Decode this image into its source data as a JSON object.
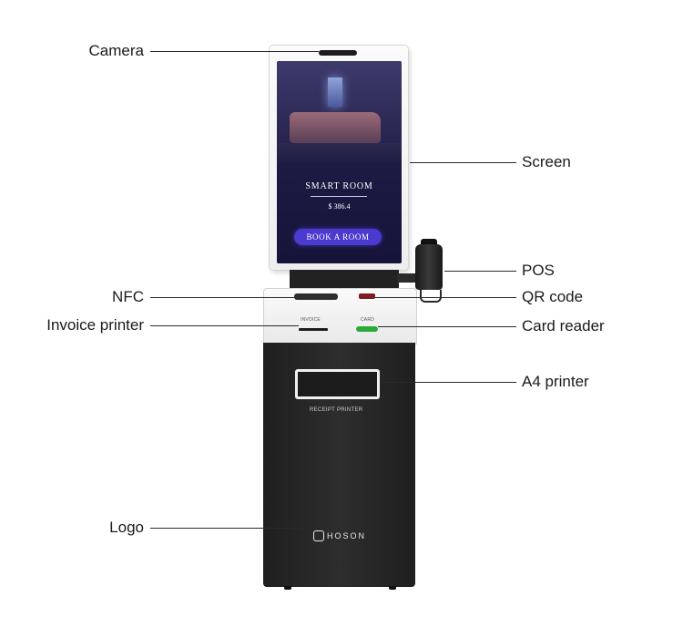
{
  "labels": {
    "camera": "Camera",
    "screen": "Screen",
    "pos": "POS",
    "nfc": "NFC",
    "qr_code": "QR code",
    "invoice_printer": "Invoice printer",
    "card_reader": "Card reader",
    "a4_printer": "A4 printer",
    "logo": "Logo"
  },
  "screen_content": {
    "title": "SMART ROOM",
    "price": "$ 386.4",
    "button": "BOOK A ROOM"
  },
  "panel": {
    "invoice_tag": "INVOICE",
    "card_tag": "CARD",
    "receipt_tag": "RECEIPT PRINTER"
  },
  "brand": {
    "name": "HOSON"
  },
  "colors": {
    "screen_bg": "#1c1a42",
    "book_button": "#4b3ad0",
    "card_slot": "#2eaa3c",
    "cabinet": "#262626"
  }
}
